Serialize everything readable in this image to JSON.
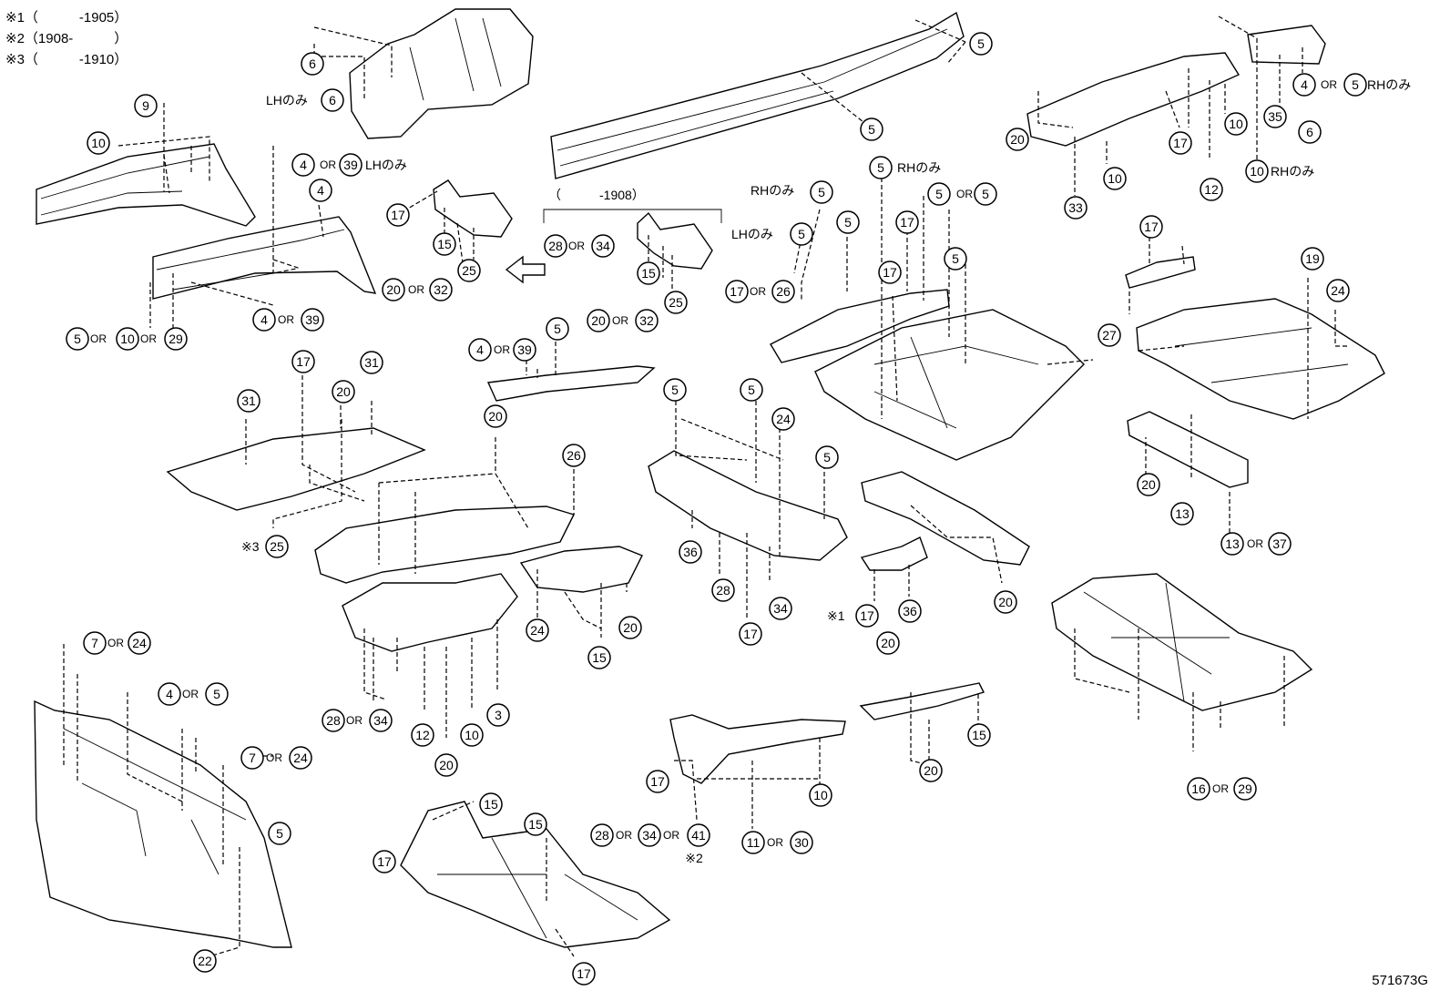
{
  "notes": [
    "※1（　　　-1905）",
    "※2（1908-　　　）",
    "※3（　　　-1910）"
  ],
  "diagram_code": "571673G",
  "bracket_label": "（　　　-1908）",
  "callouts": [
    {
      "id": "c1",
      "label": "5"
    },
    {
      "id": "c2",
      "label": "5"
    },
    {
      "id": "c3",
      "label": "6"
    },
    {
      "id": "c4",
      "label": "6"
    },
    {
      "id": "c5",
      "label": "4"
    },
    {
      "id": "c6",
      "label": "5"
    },
    {
      "id": "c7",
      "label": "35"
    },
    {
      "id": "c8",
      "label": "6"
    },
    {
      "id": "c9",
      "label": "20"
    },
    {
      "id": "c10",
      "label": "17"
    },
    {
      "id": "c11",
      "label": "10"
    },
    {
      "id": "c12",
      "label": "10"
    },
    {
      "id": "c13",
      "label": "12"
    },
    {
      "id": "c14",
      "label": "10"
    },
    {
      "id": "c15",
      "label": "33"
    },
    {
      "id": "c16",
      "label": "9"
    },
    {
      "id": "c17",
      "label": "10"
    },
    {
      "id": "c18",
      "label": "4"
    },
    {
      "id": "c19",
      "label": "39"
    },
    {
      "id": "c20",
      "label": "4"
    },
    {
      "id": "c21",
      "label": "17"
    },
    {
      "id": "c22",
      "label": "15"
    },
    {
      "id": "c23",
      "label": "25"
    },
    {
      "id": "c24",
      "label": "20"
    },
    {
      "id": "c25",
      "label": "32"
    },
    {
      "id": "c26",
      "label": "4"
    },
    {
      "id": "c27",
      "label": "39"
    },
    {
      "id": "c28",
      "label": "5"
    },
    {
      "id": "c29",
      "label": "10"
    },
    {
      "id": "c30",
      "label": "29"
    },
    {
      "id": "c31",
      "label": "28"
    },
    {
      "id": "c32",
      "label": "34"
    },
    {
      "id": "c33",
      "label": "15"
    },
    {
      "id": "c34",
      "label": "25"
    },
    {
      "id": "c35",
      "label": "20"
    },
    {
      "id": "c36",
      "label": "32"
    },
    {
      "id": "c37",
      "label": "5"
    },
    {
      "id": "c38",
      "label": "5"
    },
    {
      "id": "c39",
      "label": "5"
    },
    {
      "id": "c40",
      "label": "5"
    },
    {
      "id": "c41",
      "label": "17"
    },
    {
      "id": "c42",
      "label": "24"
    },
    {
      "id": "c43",
      "label": "5"
    },
    {
      "id": "c44",
      "label": "5"
    },
    {
      "id": "c45",
      "label": "17"
    },
    {
      "id": "c46",
      "label": "17"
    },
    {
      "id": "c47",
      "label": "5"
    },
    {
      "id": "c48",
      "label": "17"
    },
    {
      "id": "c49",
      "label": "26"
    },
    {
      "id": "c50",
      "label": "19"
    },
    {
      "id": "c51",
      "label": "27"
    },
    {
      "id": "c52",
      "label": "4"
    },
    {
      "id": "c53",
      "label": "39"
    },
    {
      "id": "c54",
      "label": "5"
    },
    {
      "id": "c55",
      "label": "31"
    },
    {
      "id": "c56",
      "label": "17"
    },
    {
      "id": "c57",
      "label": "20"
    },
    {
      "id": "c58",
      "label": "31"
    },
    {
      "id": "c59",
      "label": "25"
    },
    {
      "id": "c60",
      "label": "20"
    },
    {
      "id": "c61",
      "label": "26"
    },
    {
      "id": "c62",
      "label": "5"
    },
    {
      "id": "c63",
      "label": "5"
    },
    {
      "id": "c64",
      "label": "24"
    },
    {
      "id": "c65",
      "label": "5"
    },
    {
      "id": "c66",
      "label": "20"
    },
    {
      "id": "c67",
      "label": "13"
    },
    {
      "id": "c68",
      "label": "13"
    },
    {
      "id": "c69",
      "label": "37"
    },
    {
      "id": "c70",
      "label": "20"
    },
    {
      "id": "c71",
      "label": "36"
    },
    {
      "id": "c72",
      "label": "28"
    },
    {
      "id": "c73",
      "label": "34"
    },
    {
      "id": "c74",
      "label": "17"
    },
    {
      "id": "c75",
      "label": "17"
    },
    {
      "id": "c76",
      "label": "36"
    },
    {
      "id": "c77",
      "label": "20"
    },
    {
      "id": "c78",
      "label": "24"
    },
    {
      "id": "c79",
      "label": "15"
    },
    {
      "id": "c80",
      "label": "20"
    },
    {
      "id": "c81",
      "label": "28"
    },
    {
      "id": "c82",
      "label": "34"
    },
    {
      "id": "c83",
      "label": "12"
    },
    {
      "id": "c84",
      "label": "20"
    },
    {
      "id": "c85",
      "label": "10"
    },
    {
      "id": "c86",
      "label": "3"
    },
    {
      "id": "c87",
      "label": "7"
    },
    {
      "id": "c88",
      "label": "24"
    },
    {
      "id": "c89",
      "label": "4"
    },
    {
      "id": "c90",
      "label": "5"
    },
    {
      "id": "c91",
      "label": "7"
    },
    {
      "id": "c92",
      "label": "24"
    },
    {
      "id": "c93",
      "label": "5"
    },
    {
      "id": "c94",
      "label": "22"
    },
    {
      "id": "c95",
      "label": "15"
    },
    {
      "id": "c96",
      "label": "15"
    },
    {
      "id": "c97",
      "label": "17"
    },
    {
      "id": "c98",
      "label": "17"
    },
    {
      "id": "c99",
      "label": "17"
    },
    {
      "id": "c100",
      "label": "10"
    },
    {
      "id": "c101",
      "label": "28"
    },
    {
      "id": "c102",
      "label": "34"
    },
    {
      "id": "c103",
      "label": "41"
    },
    {
      "id": "c104",
      "label": "11"
    },
    {
      "id": "c105",
      "label": "30"
    },
    {
      "id": "c106",
      "label": "20"
    },
    {
      "id": "c107",
      "label": "15"
    },
    {
      "id": "c108",
      "label": "16"
    },
    {
      "id": "c109",
      "label": "29"
    }
  ],
  "texts": [
    {
      "id": "t1",
      "text": "LHのみ"
    },
    {
      "id": "t2",
      "text": "OR"
    },
    {
      "id": "t3",
      "text": "RHのみ"
    },
    {
      "id": "t4",
      "text": "RHのみ"
    },
    {
      "id": "t5",
      "text": "OR"
    },
    {
      "id": "t6",
      "text": "LHのみ"
    },
    {
      "id": "t7",
      "text": "OR"
    },
    {
      "id": "t8",
      "text": "OR"
    },
    {
      "id": "t9",
      "text": "OR"
    },
    {
      "id": "t10",
      "text": "OR"
    },
    {
      "id": "t11",
      "text": "OR"
    },
    {
      "id": "t12",
      "text": "OR"
    },
    {
      "id": "t13",
      "text": "RHのみ"
    },
    {
      "id": "t14",
      "text": "RHのみ"
    },
    {
      "id": "t15",
      "text": "OR"
    },
    {
      "id": "t16",
      "text": "LHのみ"
    },
    {
      "id": "t17",
      "text": "OR"
    },
    {
      "id": "t18",
      "text": "OR"
    },
    {
      "id": "t19",
      "text": "※3"
    },
    {
      "id": "t20",
      "text": "OR"
    },
    {
      "id": "t21",
      "text": "※1"
    },
    {
      "id": "t22",
      "text": "OR"
    },
    {
      "id": "t23",
      "text": "OR"
    },
    {
      "id": "t24",
      "text": "OR"
    },
    {
      "id": "t25",
      "text": "OR"
    },
    {
      "id": "t26",
      "text": "OR"
    },
    {
      "id": "t27",
      "text": "OR"
    },
    {
      "id": "t28",
      "text": "※2"
    },
    {
      "id": "t29",
      "text": "OR"
    },
    {
      "id": "t30",
      "text": "OR"
    }
  ]
}
